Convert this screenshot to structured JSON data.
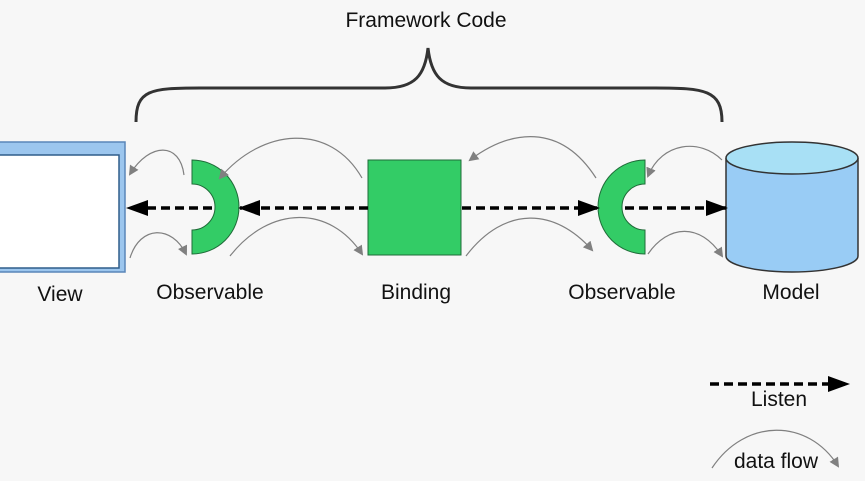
{
  "header": {
    "title": "Framework Code"
  },
  "nodes": {
    "view": {
      "label": "View"
    },
    "observable_left": {
      "label": "Observable"
    },
    "binding": {
      "label": "Binding"
    },
    "observable_right": {
      "label": "Observable"
    },
    "model": {
      "label": "Model"
    }
  },
  "legend": {
    "listen_label": "Listen",
    "data_flow_label": "data flow"
  },
  "colors": {
    "observable_fill": "#33cc66",
    "binding_fill": "#33cc66",
    "model_fill": "#99ccf5",
    "model_top": "#a8e0f5",
    "view_frame": "#9cc6ee",
    "data_flow": "#808080",
    "listen": "#000000"
  }
}
